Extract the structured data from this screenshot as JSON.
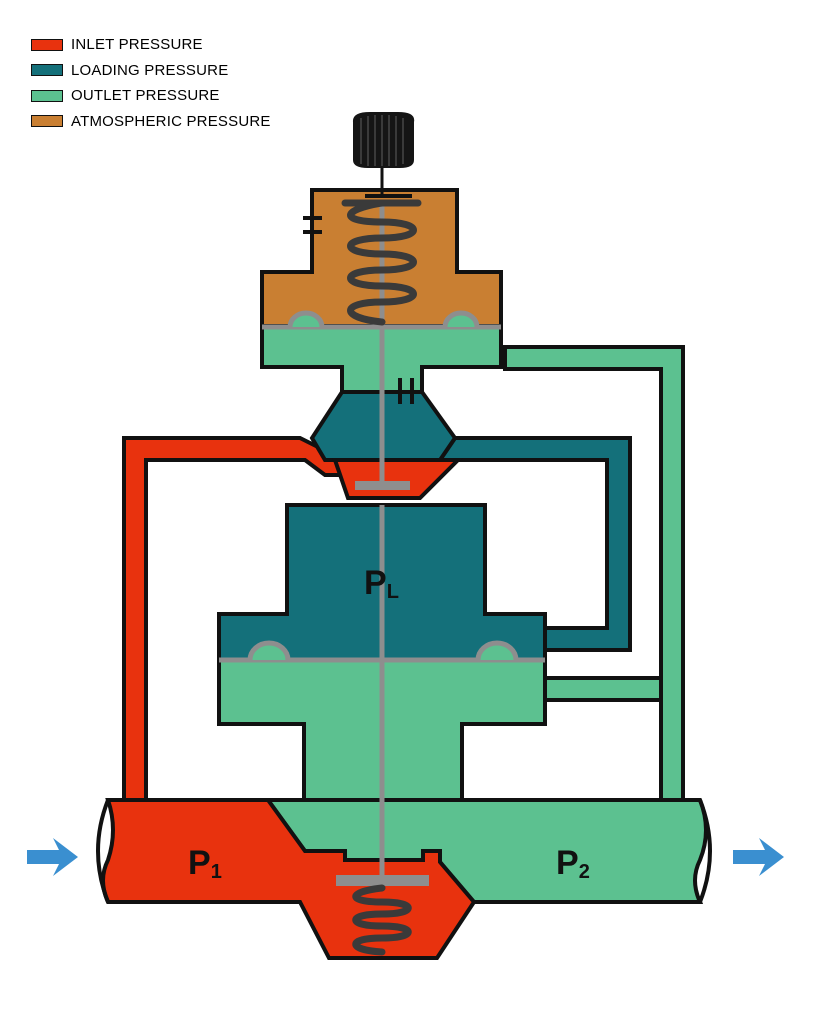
{
  "legend": [
    {
      "label": "INLET PRESSURE",
      "color": "#E8320E"
    },
    {
      "label": "LOADING PRESSURE",
      "color": "#14707A"
    },
    {
      "label": "OUTLET PRESSURE",
      "color": "#5CC190"
    },
    {
      "label": "ATMOSPHERIC PRESSURE",
      "color": "#C97F32"
    }
  ],
  "labels": {
    "pl_main": "P",
    "pl_sub": "L",
    "p1_main": "P",
    "p1_sub": "1",
    "p2_main": "P",
    "p2_sub": "2"
  },
  "colors": {
    "inlet": "#E8320E",
    "loading": "#14707A",
    "outlet": "#5CC190",
    "atmospheric": "#C97F32",
    "stem": "#8E8E8E",
    "outline": "#111111",
    "flow_arrow": "#3A8FD0"
  },
  "icons": {
    "adjusting_knob": "adjusting-knob-icon",
    "inlet_arrow": "arrow-right-icon",
    "outlet_arrow": "arrow-right-icon"
  }
}
